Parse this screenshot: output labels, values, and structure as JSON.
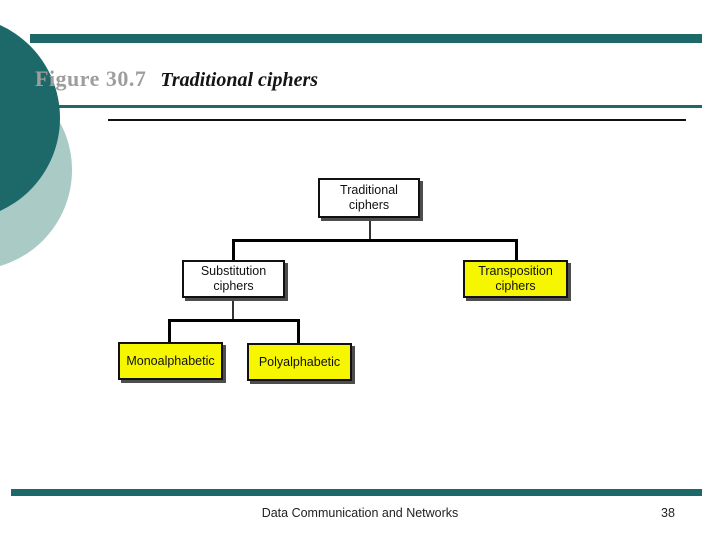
{
  "header": {
    "figure_label": "Figure 30.7",
    "figure_title": "Traditional ciphers"
  },
  "diagram": {
    "nodes": [
      {
        "id": "traditional-ciphers",
        "line1": "Traditional",
        "line2": "ciphers",
        "fill": "#ffffff"
      },
      {
        "id": "substitution-ciphers",
        "line1": "Substitution",
        "line2": "ciphers",
        "fill": "#ffffff"
      },
      {
        "id": "transposition-ciphers",
        "line1": "Transposition",
        "line2": "ciphers",
        "fill": "#f6f600"
      },
      {
        "id": "monoalphabetic",
        "line1": "Monoalphabetic",
        "fill": "#f6f600"
      },
      {
        "id": "polyalphabetic",
        "line1": "Polyalphabetic",
        "fill": "#f6f600"
      }
    ]
  },
  "footer": {
    "text": "Data Communication and Networks",
    "page_number": "38"
  },
  "colors": {
    "teal_accent": "#1d6868",
    "light_teal_accent": "#a9cac5",
    "node_yellow": "#f6f600",
    "figure_label_gray": "#9e9e9e",
    "shadow_gray": "#4d4d4d"
  }
}
